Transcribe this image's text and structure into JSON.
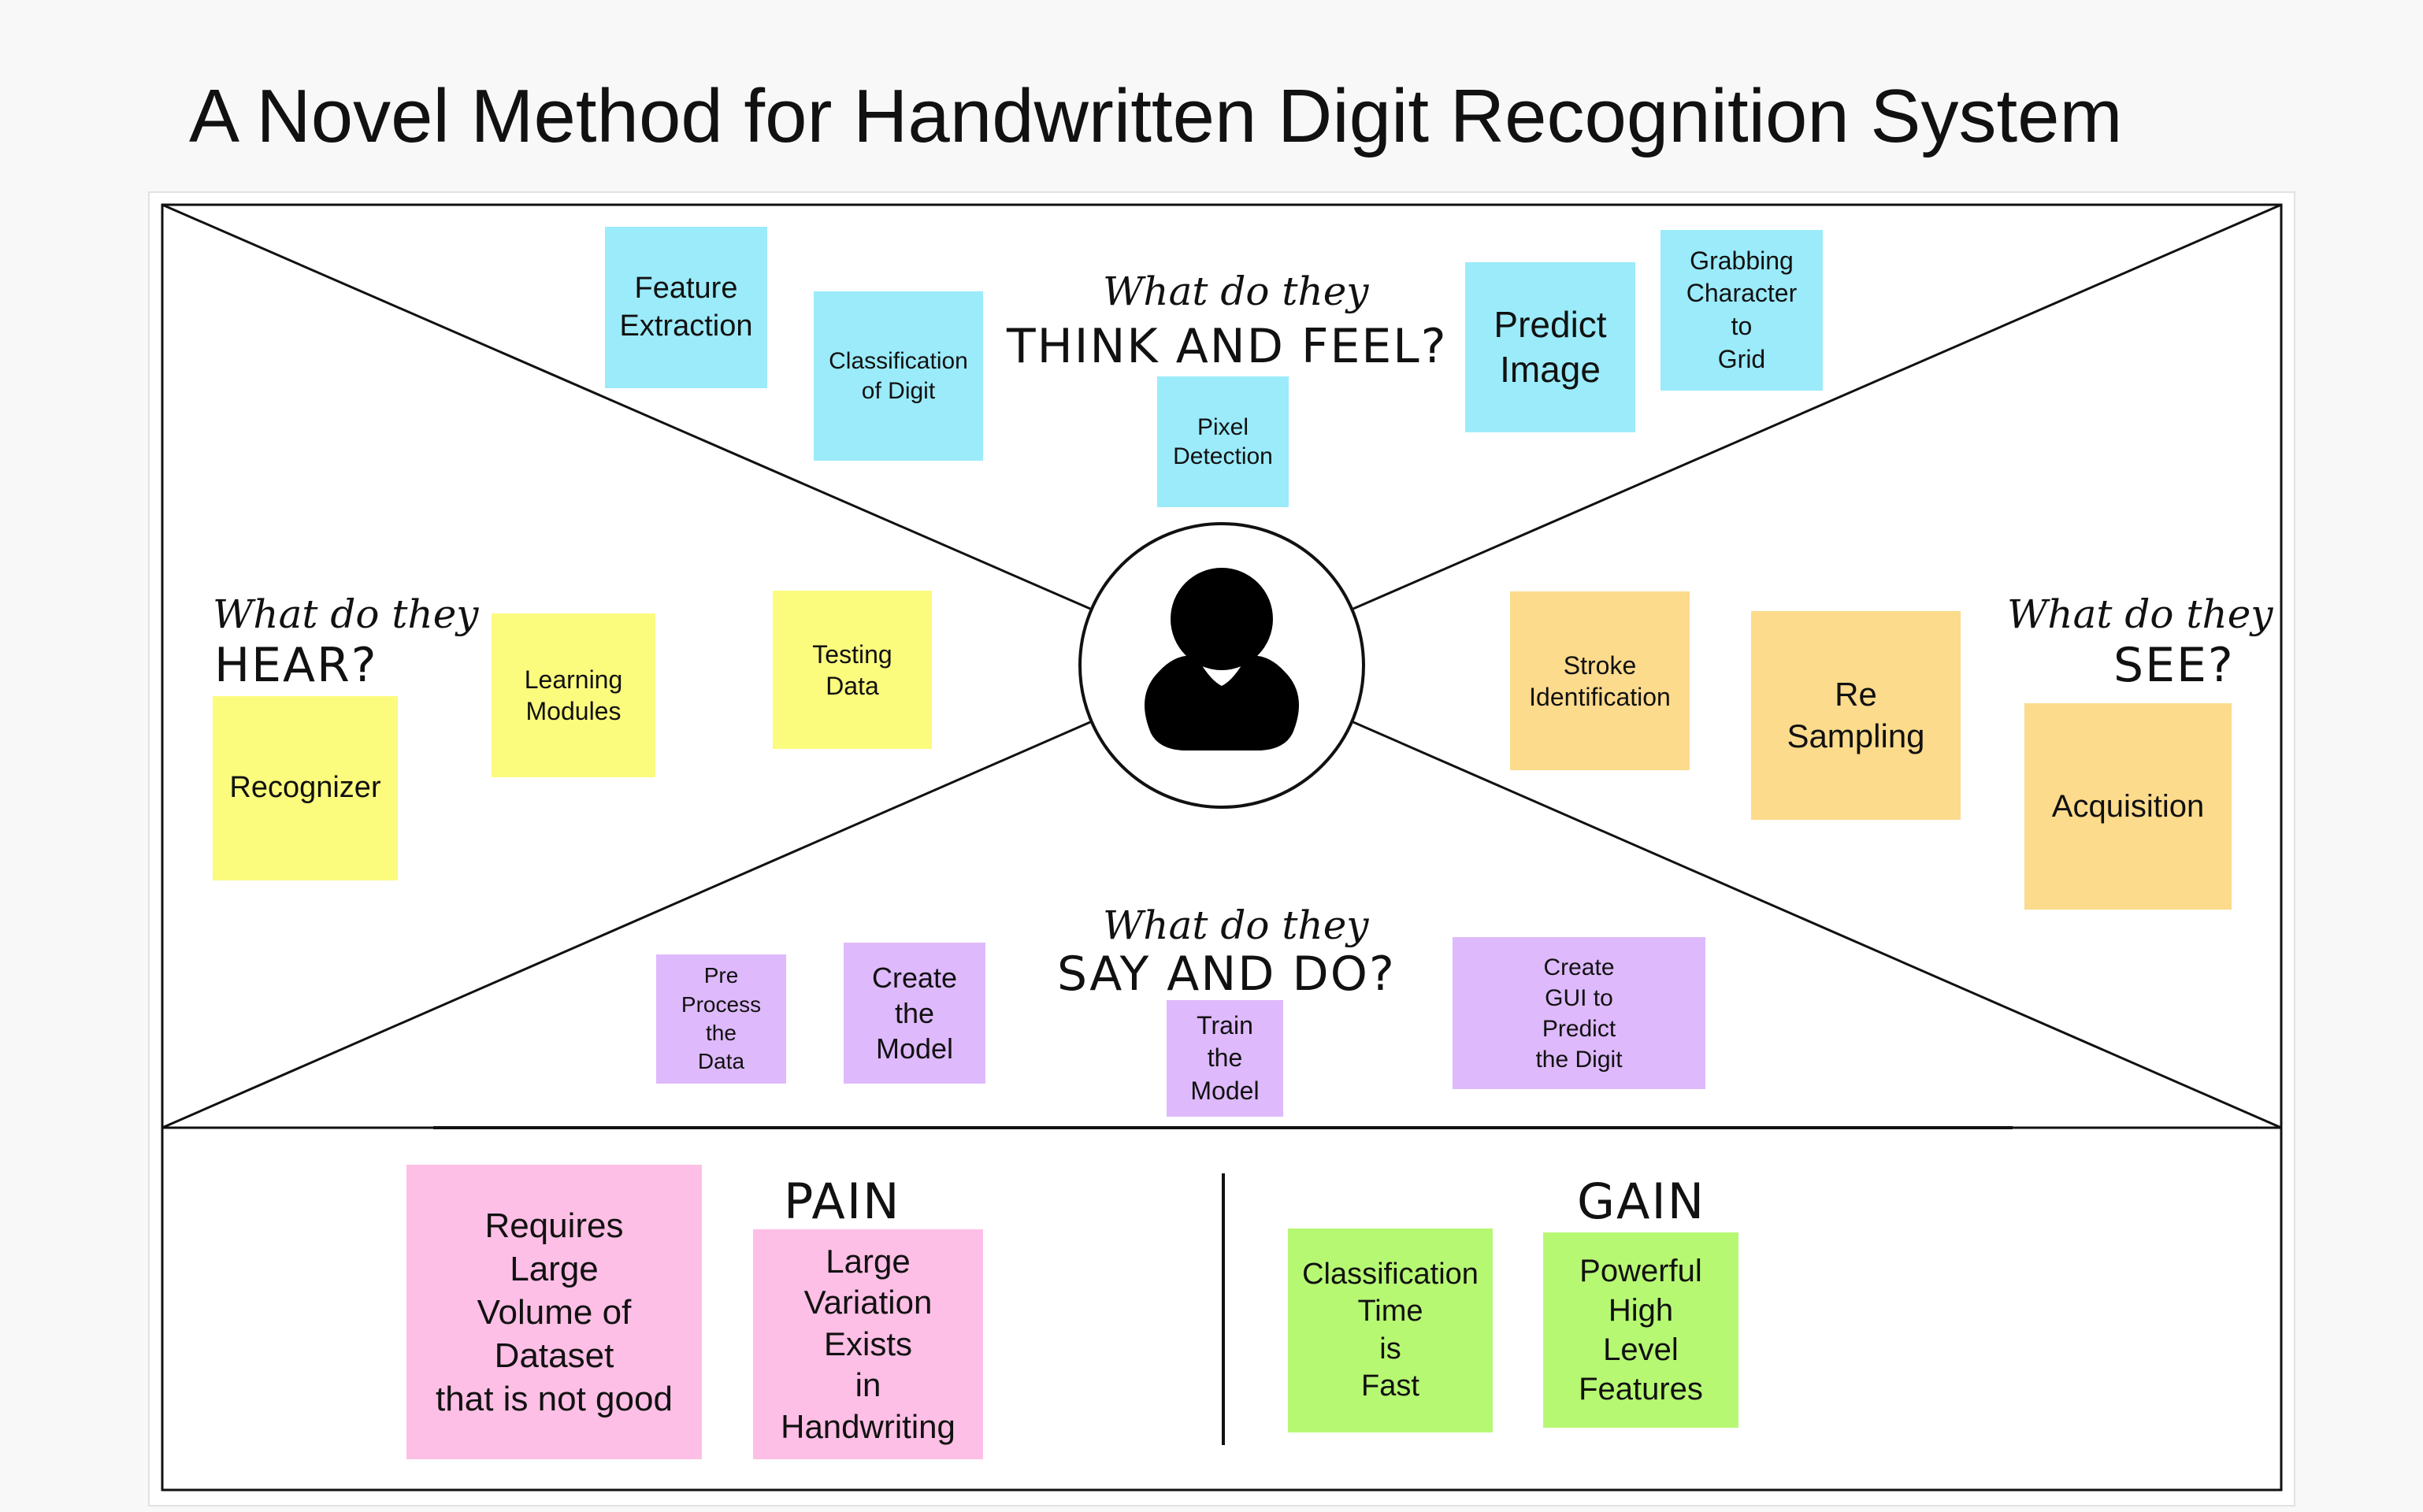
{
  "title": "A Novel Method for Handwritten Digit Recognition System",
  "quadrants": {
    "think_feel": {
      "prompt": "What do they",
      "heading": "THINK AND FEEL?"
    },
    "hear": {
      "prompt": "What do they",
      "heading": "HEAR?"
    },
    "see": {
      "prompt": "What do they",
      "heading": "SEE?"
    },
    "say_do": {
      "prompt": "What do they",
      "heading": "SAY AND DO?"
    }
  },
  "pain": {
    "heading": "PAIN"
  },
  "gain": {
    "heading": "GAIN"
  },
  "notes": {
    "feature_extraction": "Feature\nExtraction",
    "classification_of_digit": "Classification\nof Digit",
    "pixel_detection": "Pixel\nDetection",
    "predict_image": "Predict\nImage",
    "grabbing_character": "Grabbing\nCharacter\nto\nGrid",
    "learning_modules": "Learning\nModules",
    "testing_data": "Testing\nData",
    "recognizer": "Recognizer",
    "stroke_identification": "Stroke\nIdentification",
    "re_sampling": "Re\nSampling",
    "acquisition": "Acquisition",
    "pre_process": "Pre\nProcess\nthe\nData",
    "create_model": "Create\nthe\nModel",
    "train_model": "Train\nthe\nModel",
    "create_gui": "Create\nGUI to\nPredict\nthe Digit",
    "requires_large_volume": "Requires\nLarge\nVolume of\nDataset\nthat is not good",
    "large_variation": "Large\nVariation\nExists\nin\nHandwriting",
    "classification_time": "Classification\nTime\nis\nFast",
    "powerful_features": "Powerful\nHigh\nLevel\nFeatures"
  },
  "colors": {
    "think_feel": "#9bebfa",
    "hear": "#fbfb7e",
    "see": "#fcdb8c",
    "say_do": "#deb9fb",
    "pain": "#fdbfe5",
    "gain": "#b7f873"
  },
  "icons": {
    "center": "person-icon"
  }
}
